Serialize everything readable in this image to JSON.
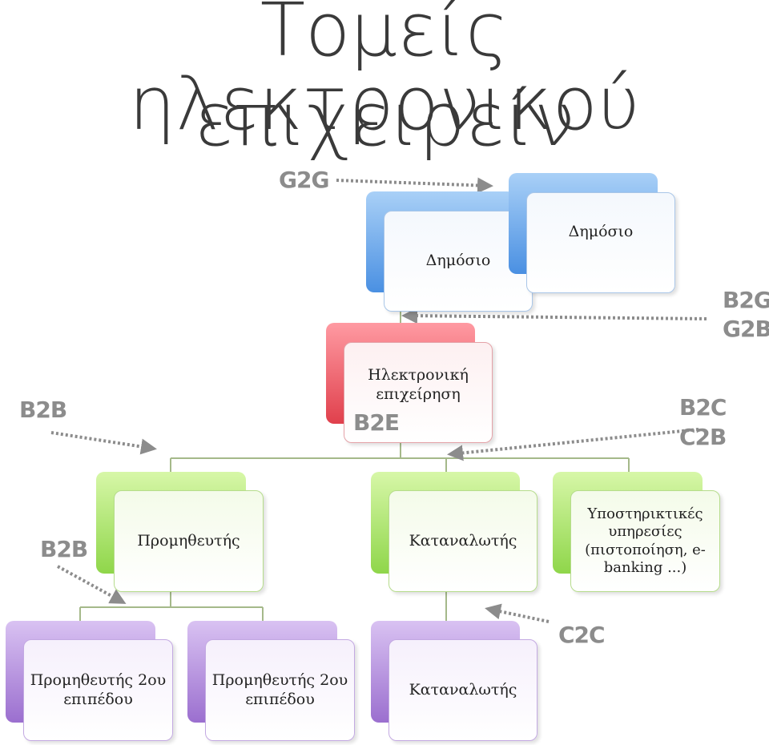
{
  "title": {
    "line1": "Τομείς ηλεκτρονικού",
    "line2": "επιχειρείν"
  },
  "nodes": {
    "public_left": "Δημόσιο",
    "public_right": "Δημόσιο",
    "e_business": "Ηλεκτρονική επιχείρηση",
    "supplier": "Προμηθευτής",
    "consumer": "Καταναλωτής",
    "support": "Υποστηρικτικές υπηρεσίες (πιστοποίηση, e-banking ...)",
    "supplier_2nd_a": "Προμηθευτής 2ου επιπέδου",
    "supplier_2nd_b": "Προμηθευτής 2ου επιπέδου",
    "consumer_child": "Καταναλωτής"
  },
  "labels": {
    "g2g": "G2G",
    "b2g": "B2G",
    "g2b": "G2B",
    "b2b_top": "B2B",
    "b2e": "B2E",
    "b2c": "B2C",
    "c2b": "C2B",
    "b2b_left": "B2B",
    "c2c": "C2C"
  },
  "colors": {
    "public": "#4a90e2",
    "business": "#e0404c",
    "level2": "#8fd64a",
    "level3": "#9b6fcf",
    "connector": "#a5b98a",
    "arrow": "#8c8c8c"
  }
}
